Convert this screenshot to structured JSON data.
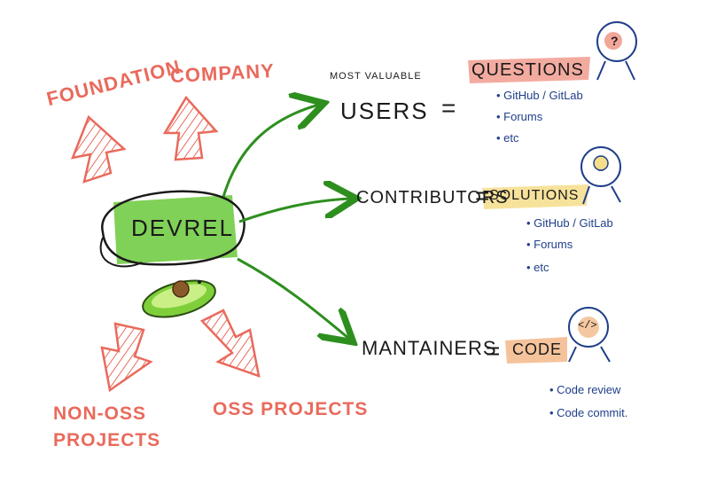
{
  "top_left": "FOUNDATION",
  "top_right": "COMPANY",
  "center": "DEVREL",
  "bottom_left_line1": "NON-OSS",
  "bottom_left_line2": "PROJECTS",
  "bottom_right": "OSS PROJECTS",
  "branches": [
    {
      "role_prefix": "MOST VALUABLE",
      "role": "USERS",
      "equals": "=",
      "outcome": "QUESTIONS",
      "outcome_icon": "question-mark-head-icon",
      "items": [
        "GitHub / GitLab",
        "Forums",
        "etc"
      ]
    },
    {
      "role": "CONTRIBUTORS",
      "equals": "=",
      "outcome": "SOLUTIONS",
      "outcome_icon": "lightbulb-head-icon",
      "items": [
        "GitHub / GitLab",
        "Forums",
        "etc"
      ]
    },
    {
      "role": "MANTAINERS",
      "equals": "=",
      "outcome": "CODE",
      "outcome_icon": "code-brackets-head-icon",
      "items": [
        "Code review",
        "Code commit."
      ]
    }
  ],
  "icons": {
    "center_badge": "avocado-icon"
  },
  "colors": {
    "red": "#e96a5c",
    "green": "#6ac93a",
    "arrow_green": "#2e8f1f",
    "blue_text": "#1f3f8a",
    "questions_hl": "#ef8f80",
    "solutions_hl": "#f6dd8a",
    "code_hl": "#f3b98a"
  }
}
